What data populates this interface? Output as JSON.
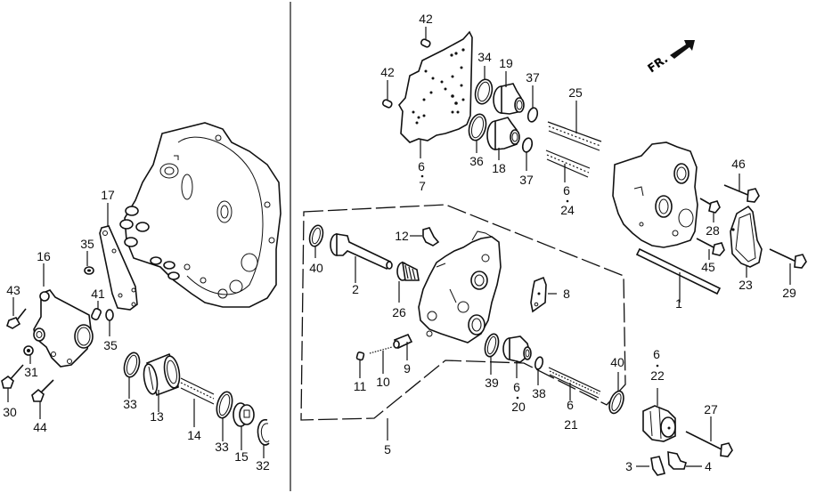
{
  "diagram": {
    "direction_label": "FR.",
    "callouts": {
      "p1": "1",
      "p2": "2",
      "p3": "3",
      "p4": "4",
      "p5": "5",
      "p6_7_top": "6",
      "p6_7_bot": "7",
      "p6_24_top": "6",
      "p6_24_bot": "24",
      "p6_20_top": "6",
      "p6_20_bot": "20",
      "p6_21_top": "6",
      "p6_21_bot": "21",
      "p6_22_top": "6",
      "p6_22_bot": "22",
      "p8": "8",
      "p9": "9",
      "p10": "10",
      "p11": "11",
      "p12": "12",
      "p13": "13",
      "p14": "14",
      "p15": "15",
      "p16": "16",
      "p17": "17",
      "p18": "18",
      "p19": "19",
      "p23": "23",
      "p25": "25",
      "p26": "26",
      "p27": "27",
      "p28": "28",
      "p29": "29",
      "p30": "30",
      "p31": "31",
      "p32": "32",
      "p33a": "33",
      "p33b": "33",
      "p34": "34",
      "p35a": "35",
      "p35b": "35",
      "p36": "36",
      "p37a": "37",
      "p37b": "37",
      "p38": "38",
      "p39": "39",
      "p40a": "40",
      "p40b": "40",
      "p41": "41",
      "p42a": "42",
      "p42b": "42",
      "p43": "43",
      "p44": "44",
      "p45": "45",
      "p46": "46"
    }
  }
}
